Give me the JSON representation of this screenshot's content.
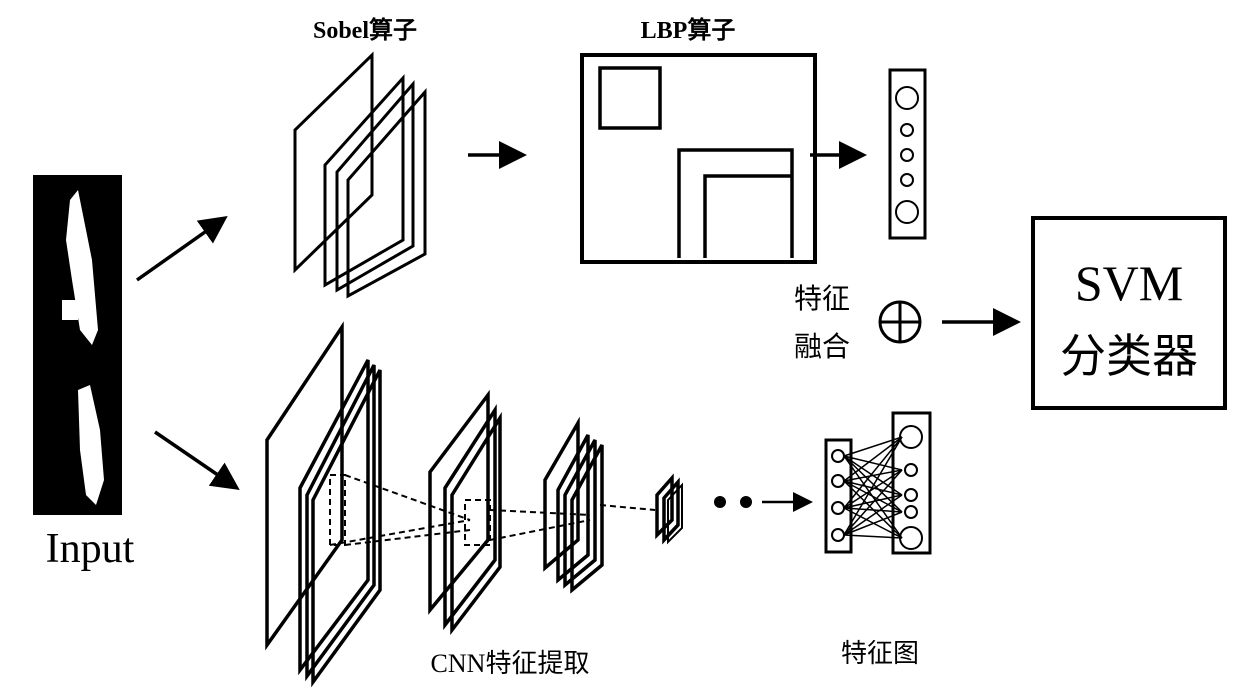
{
  "labels": {
    "input": "Input",
    "sobel": "Sobel算子",
    "lbp": "LBP算子",
    "fusion_line1": "特征",
    "fusion_line2": "融合",
    "svm_line1": "SVM",
    "svm_line2": "分类器",
    "cnn": "CNN特征提取",
    "feature_map": "特征图"
  },
  "colors": {
    "stroke": "#000000",
    "background": "#ffffff"
  }
}
